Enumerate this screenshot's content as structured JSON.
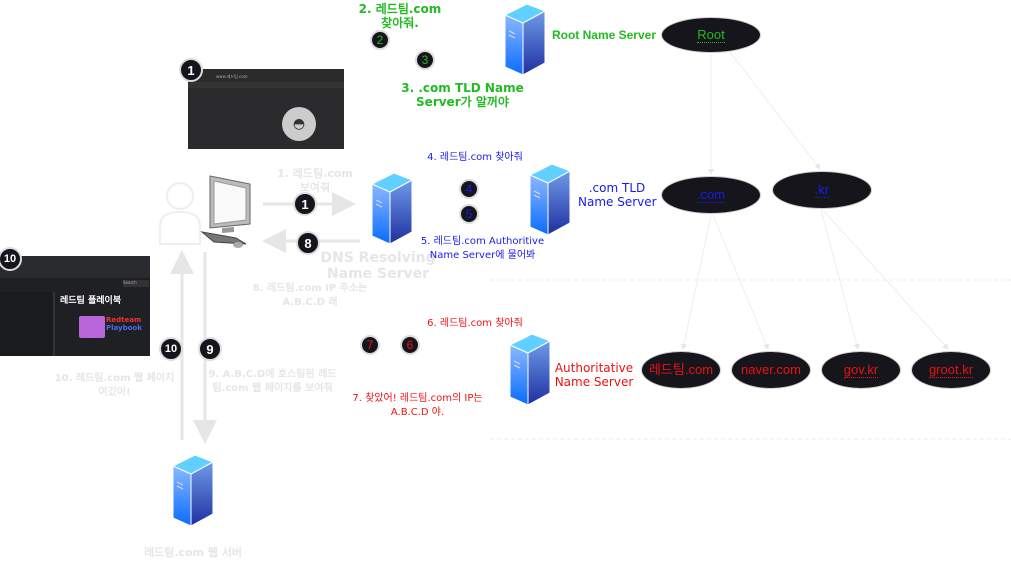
{
  "colors": {
    "green": "#22bb22",
    "blue": "#1a1aee",
    "red": "#ee1111",
    "faded": "#e6e6e6",
    "node": "#16151c"
  },
  "icons": [
    "user-icon",
    "computer-icon",
    "server-icon",
    "incognito-icon",
    "book-icon"
  ],
  "root": {
    "server_label": "Root Name Server",
    "node": "Root"
  },
  "tld": {
    "server_label_1": ".com TLD",
    "server_label_2": "Name Server",
    "nodes": [
      ".com",
      ".kr"
    ]
  },
  "auth": {
    "server_label_1": "Authoritative",
    "server_label_2": "Name Server",
    "nodes": [
      "레드팀.com",
      "naver.com",
      "gov.kr",
      "groot.kr"
    ]
  },
  "resolver": {
    "label_1": "DNS Resolving",
    "label_2": "Name Server"
  },
  "webserver": {
    "label": "레드팀.com 웹 서버"
  },
  "steps": {
    "s1": [
      "1. 레드팀.com",
      "보여줘"
    ],
    "s2": [
      "2. 레드팀.com",
      "찾아줘."
    ],
    "s3": [
      "3. .com TLD Name",
      "Server가 알꺼야"
    ],
    "s4": [
      "4. 레드팀.com 찾아줘"
    ],
    "s5": [
      "5. 레드팀.com Authoritive",
      "Name Server에 물어봐"
    ],
    "s6": [
      "6. 레드팀.com 찾아줘"
    ],
    "s7": [
      "7. 찾았어! 레드팀.com의 IP는",
      "A.B.C.D 야."
    ],
    "s8": [
      "8. 레드팀.com IP 주소는",
      "A.B.C.D 래"
    ],
    "s9": [
      "9. A.B.C.D에 호스팅된 레드",
      "팀.com 웹 페이지를 보여줘"
    ],
    "s10": [
      "10. 레드팀.com 웹 페이지",
      "여깄어!"
    ]
  },
  "badges": [
    "1",
    "2",
    "3",
    "4",
    "5",
    "6",
    "7",
    "8",
    "9",
    "10"
  ],
  "screenshot_browser": {
    "url": "www.레드팀.com"
  },
  "screenshot_site": {
    "title": "레드팀 플레이북",
    "logo_1": "Redteam",
    "logo_2": "Playbook",
    "search": "Search"
  }
}
